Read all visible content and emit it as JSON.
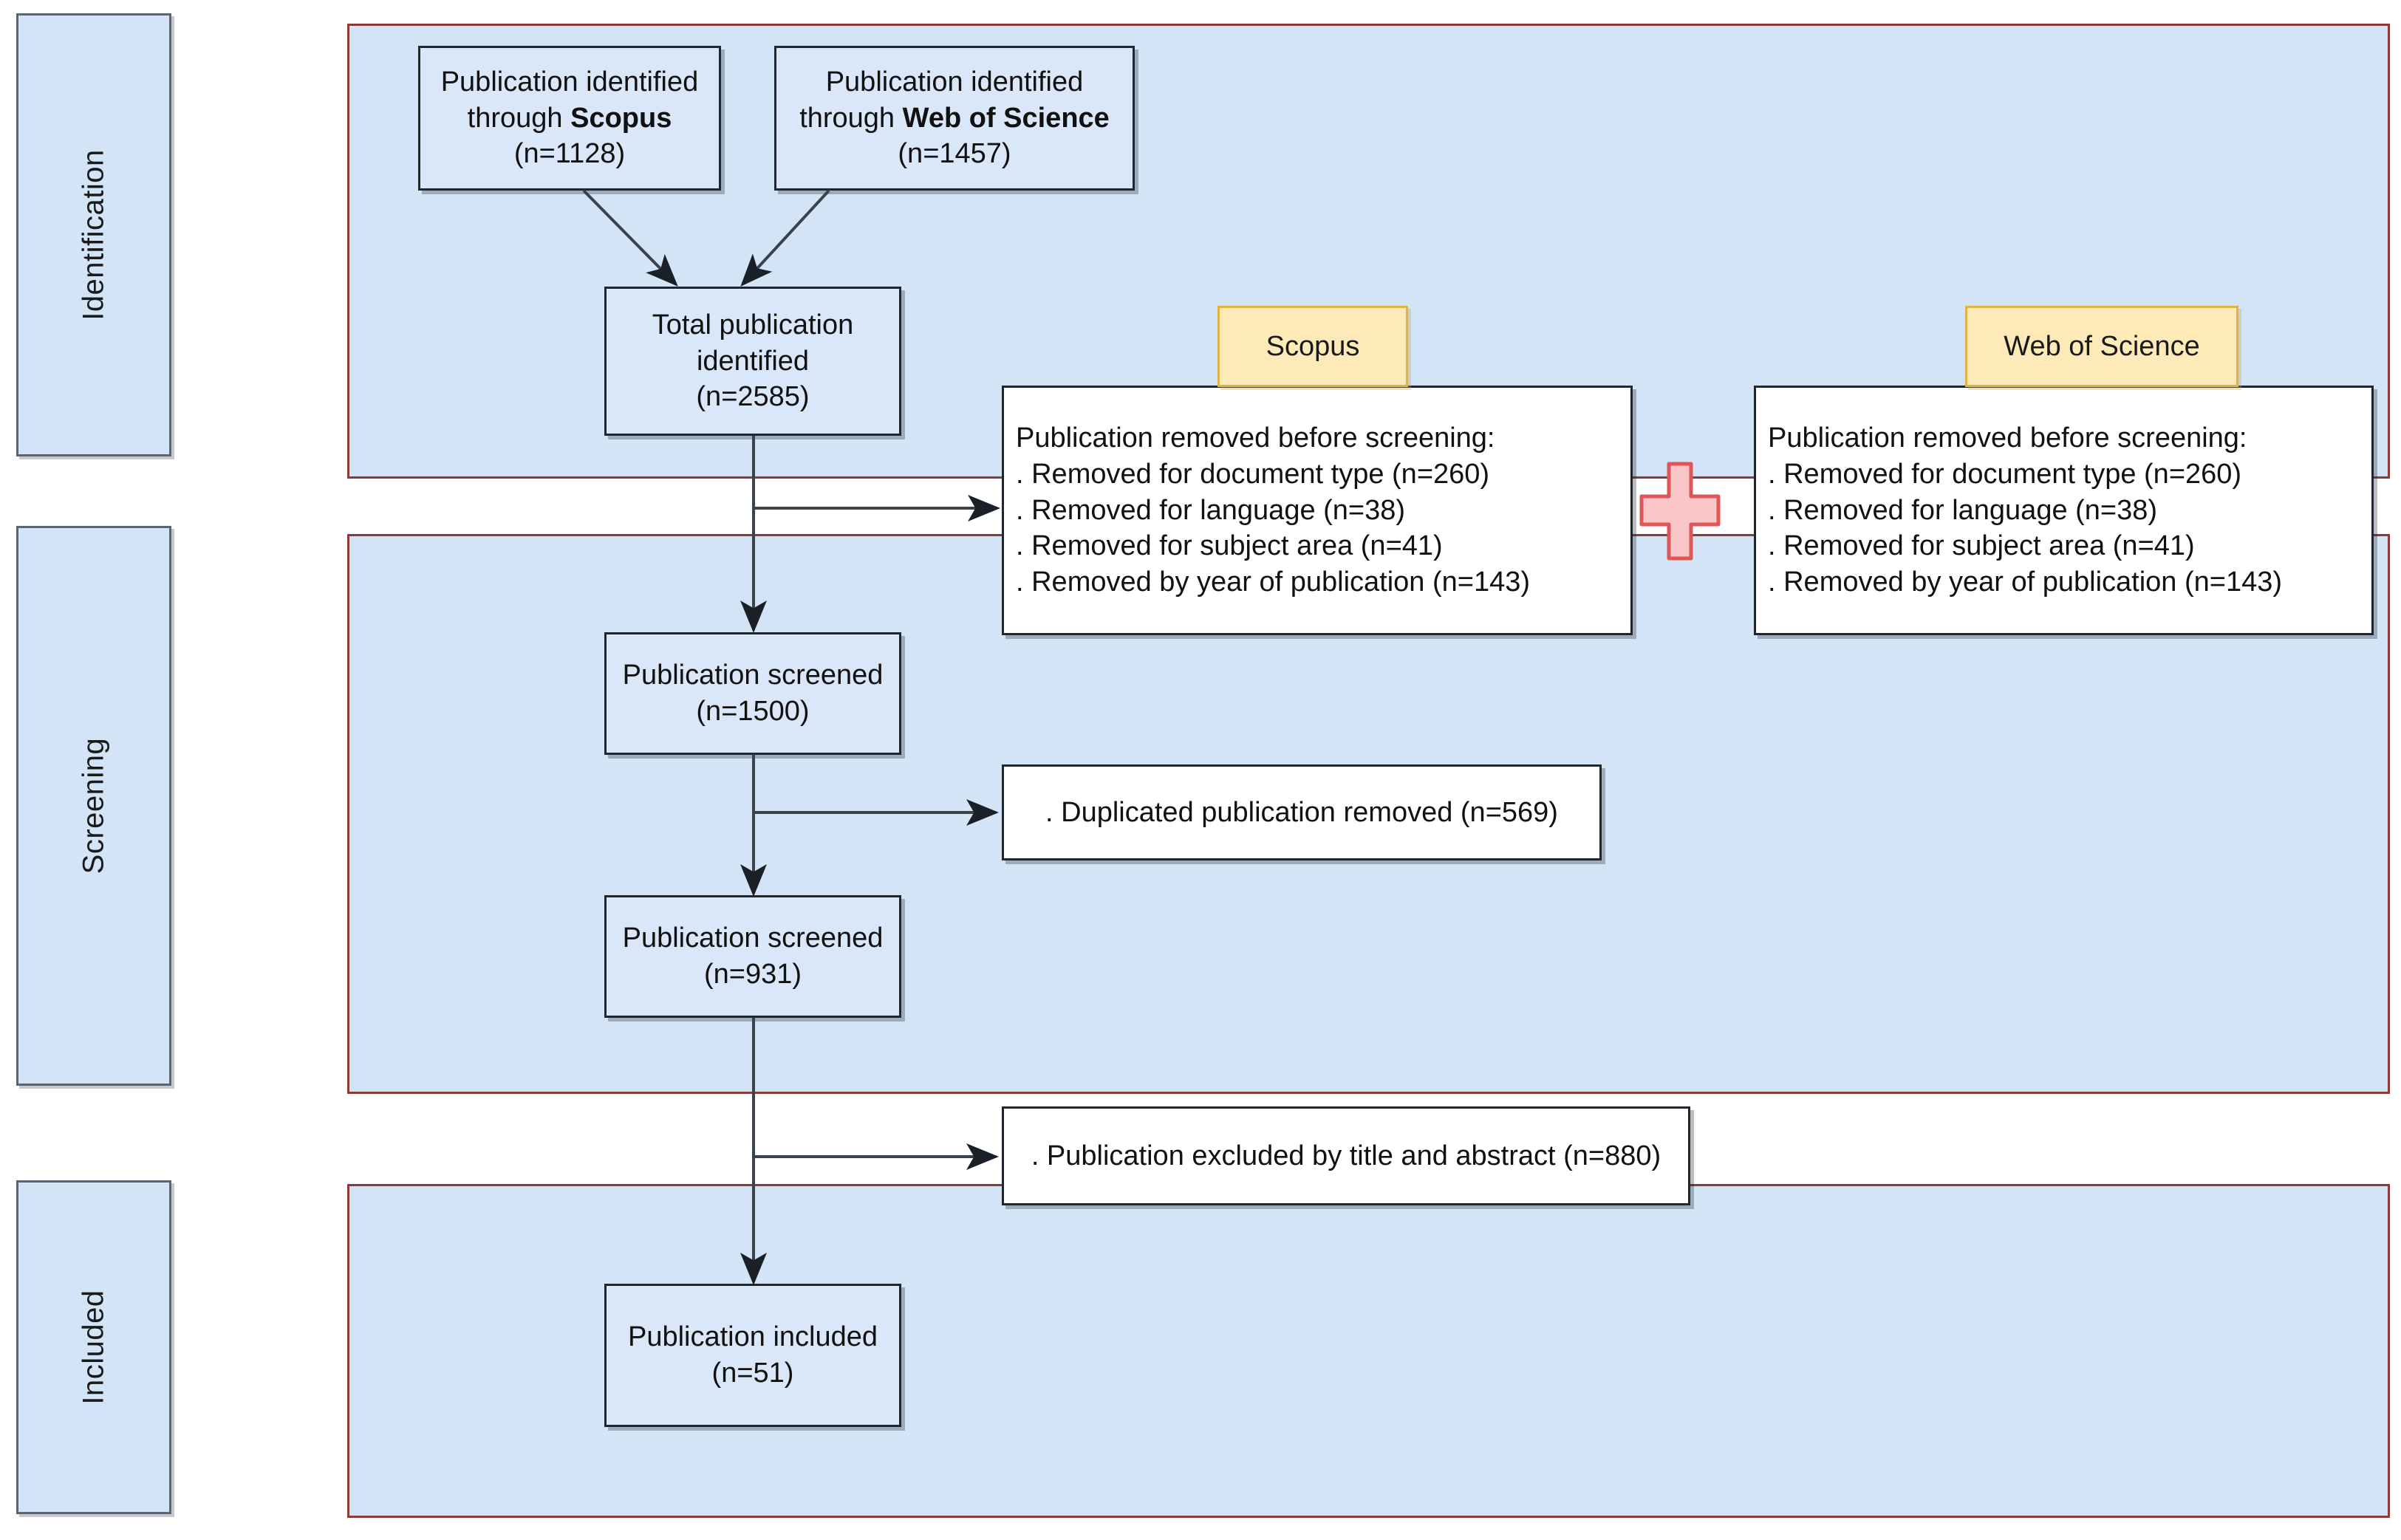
{
  "diagram": {
    "type": "prisma-flow-diagram",
    "phases": [
      {
        "id": "identification",
        "label": "Identification"
      },
      {
        "id": "screening",
        "label": "Screening"
      },
      {
        "id": "included",
        "label": "Included"
      }
    ],
    "colors": {
      "lane_fill": "#d4e4f7",
      "lane_border": "#8c3a3a",
      "node_fill_blue": "#d9e7f9",
      "node_fill_white": "#ffffff",
      "node_border": "#20262e",
      "tag_fill": "#fdeab8",
      "tag_border": "#e0b441",
      "plus_fill": "#f9c7c7",
      "plus_border": "#e05555",
      "phase_label_border": "#5a6472"
    },
    "nodes": {
      "source_scopus": {
        "line1": "Publication identified",
        "line2_prefix": "through ",
        "line2_bold": "Scopus",
        "count": "(n=1128)"
      },
      "source_wos": {
        "line1": "Publication identified",
        "line2_prefix": "through ",
        "line2_bold": "Web of Science",
        "count": "(n=1457)"
      },
      "total_identified": {
        "line1": "Total publication",
        "line2": "identified",
        "count": "(n=2585)"
      },
      "removed_scopus": {
        "tag": "Scopus",
        "heading": "Publication removed before screening:",
        "items": [
          ". Removed for document type (n=260)",
          ". Removed for language (n=38)",
          ". Removed for subject area (n=41)",
          ". Removed by year of publication (n=143)"
        ]
      },
      "removed_wos": {
        "tag": "Web of Science",
        "heading": "Publication removed before screening:",
        "items": [
          ". Removed for document type (n=260)",
          ". Removed for language (n=38)",
          ". Removed for subject area (n=41)",
          ". Removed by year of publication (n=143)"
        ]
      },
      "screened_1500": {
        "line1": "Publication screened",
        "count": "(n=1500)"
      },
      "duplicates_removed": {
        "text": ". Duplicated publication removed (n=569)"
      },
      "screened_931": {
        "line1": "Publication screened",
        "count": "(n=931)"
      },
      "excluded_title_abstract": {
        "text": ". Publication excluded by title and abstract (n=880)"
      },
      "included_final": {
        "line1": "Publication included",
        "count": "(n=51)"
      }
    },
    "icons": {
      "plus": "plus-icon"
    }
  }
}
